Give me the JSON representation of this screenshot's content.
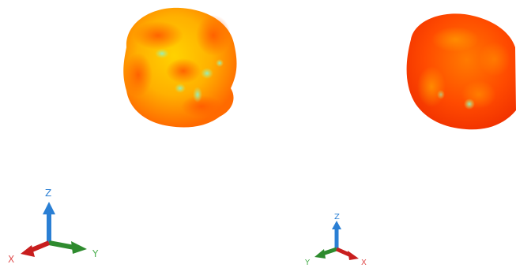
{
  "viewports": [
    {
      "name": "left",
      "axes": {
        "x_label": "X",
        "y_label": "Y",
        "z_label": "Z"
      }
    },
    {
      "name": "right",
      "axes": {
        "x_label": "X",
        "y_label": "Y",
        "z_label": "Z"
      }
    }
  ],
  "colors": {
    "surface_high": "#ff3a00",
    "surface_mid": "#ff8a00",
    "surface_low": "#ffd400",
    "surface_min": "#7fe6c8",
    "axis_x": "#c81e1e",
    "axis_y": "#2e8b2e",
    "axis_z": "#2a7fd4",
    "label_x": "#e05050",
    "label_y": "#4caf50",
    "label_z": "#2a7fd4"
  },
  "icons": [
    "orientation-triad-icon"
  ]
}
